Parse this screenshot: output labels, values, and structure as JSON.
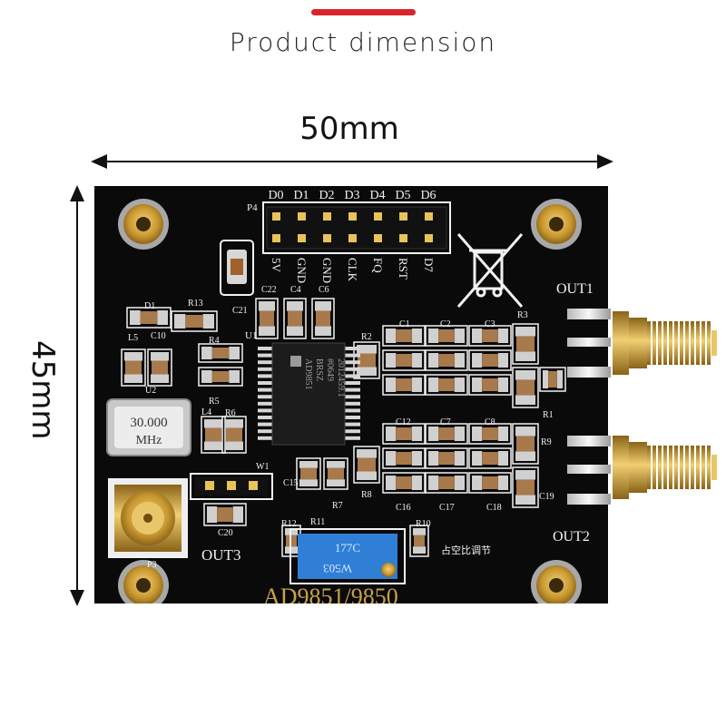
{
  "heading": "Product dimension",
  "dimensions": {
    "width": "50mm",
    "height": "45mm"
  },
  "colors": {
    "accent": "#d9252a",
    "board": "#0a0a0a",
    "silkscreen": "#f2f2f2",
    "gold": "#d4a73a",
    "trimmer": "#2f7fd6"
  },
  "board": {
    "header_pins_top": [
      "D0",
      "D1",
      "D2",
      "D3",
      "D4",
      "D5",
      "D6"
    ],
    "header_pins_bottom": [
      "5V",
      "GND",
      "GND",
      "CLK",
      "FQ",
      "RST",
      "D7"
    ],
    "header_ref": "P4",
    "outputs": [
      "OUT1",
      "OUT2",
      "OUT3"
    ],
    "oscillator": {
      "line1": "30.000",
      "line2": "MHz"
    },
    "chip": {
      "ref": "U1",
      "lines": [
        "AD9851",
        "BRSZ",
        "#0649",
        "2012459.1"
      ]
    },
    "model": "AD9851/9850",
    "trimmer": {
      "ref": "R11",
      "top": "177C",
      "bottom": "W503"
    },
    "duty_label": "占空比调节",
    "refs": [
      "D1",
      "R13",
      "L5",
      "C10",
      "U2",
      "R4",
      "R5",
      "L4",
      "R6",
      "C20",
      "W1",
      "P3",
      "C22",
      "C4",
      "C6",
      "C21",
      "R2",
      "R3",
      "C1",
      "C2",
      "C3",
      "R1",
      "R9",
      "C12",
      "C7",
      "C8",
      "C15",
      "R7",
      "R8",
      "C16",
      "C17",
      "C18",
      "C19",
      "R12",
      "R10"
    ]
  }
}
